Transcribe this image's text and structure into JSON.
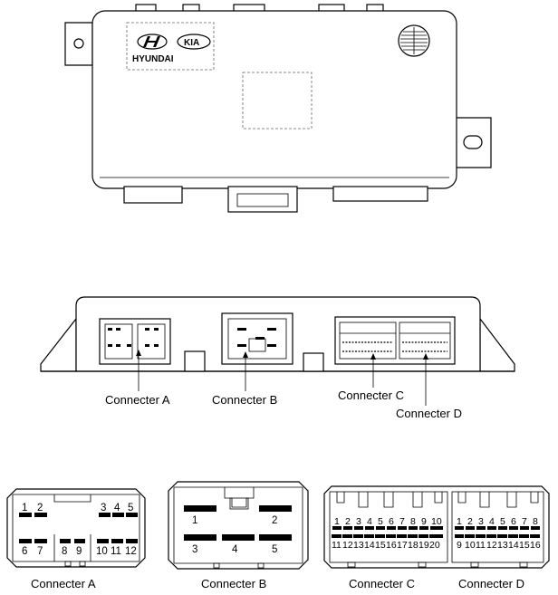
{
  "logos": {
    "hyundai": "HYUNDAI",
    "kia": "KIA"
  },
  "callouts": {
    "a": "Connecter A",
    "b": "Connecter B",
    "c": "Connecter C",
    "d": "Connecter D"
  },
  "connectors": {
    "a": {
      "caption": "Connecter A",
      "pins": [
        "1",
        "2",
        "3",
        "4",
        "5",
        "6",
        "7",
        "8",
        "9",
        "10",
        "11",
        "12"
      ]
    },
    "b": {
      "caption": "Connecter B",
      "pins": [
        "1",
        "2",
        "3",
        "4",
        "5"
      ]
    },
    "c": {
      "caption": "Connecter C",
      "top_pins": [
        "1",
        "2",
        "3",
        "4",
        "5",
        "6",
        "7",
        "8",
        "9",
        "10"
      ],
      "bottom_pins": [
        "11",
        "12",
        "13",
        "14",
        "15",
        "16",
        "17",
        "18",
        "19",
        "20"
      ]
    },
    "d": {
      "caption": "Connecter D",
      "top_pins": [
        "1",
        "2",
        "3",
        "4",
        "5",
        "6",
        "7",
        "8"
      ],
      "bottom_pins": [
        "9",
        "10",
        "11",
        "12",
        "13",
        "14",
        "15",
        "16"
      ]
    }
  }
}
